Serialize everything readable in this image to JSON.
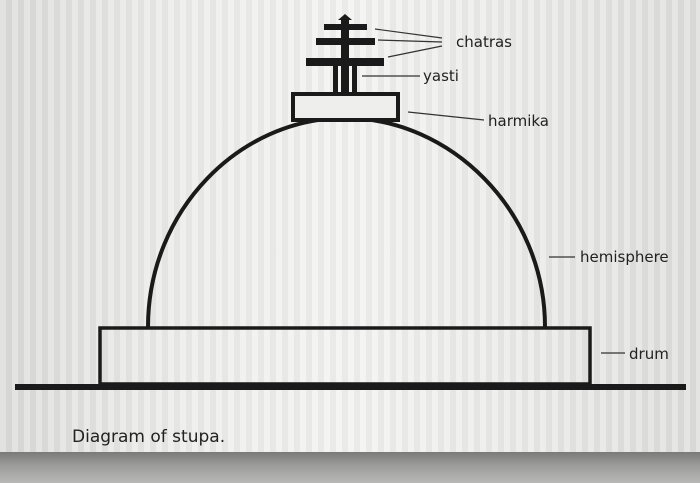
{
  "labels": {
    "chatras": "chatras",
    "yasti": "yasti",
    "harmika": "harmika",
    "hemisphere": "hemisphere",
    "drum": "drum"
  },
  "caption": "Diagram of stupa."
}
